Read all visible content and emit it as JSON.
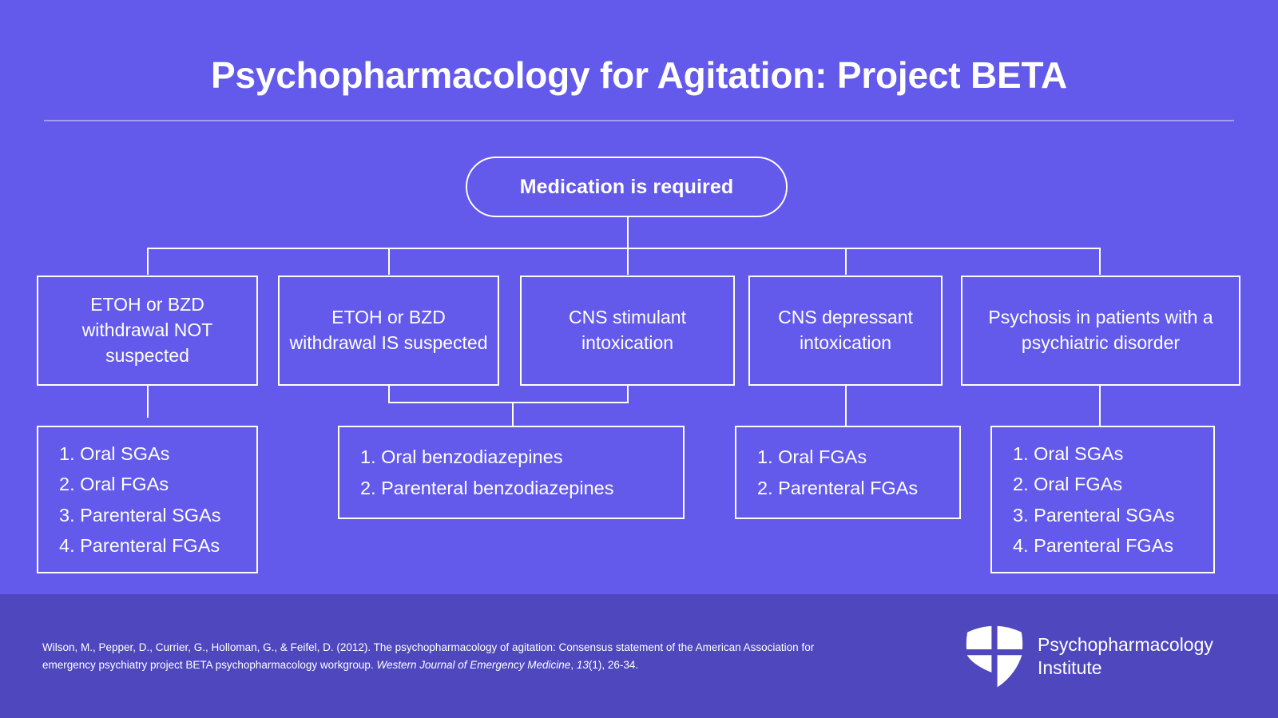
{
  "slide": {
    "title": "Psychopharmacology for Agitation: Project BETA",
    "background_color": "#6359ea",
    "footer_color": "#4f47be",
    "line_color": "#ffffff"
  },
  "flowchart": {
    "root": {
      "label": "Medication is required"
    },
    "branches": [
      {
        "label": "ETOH or BZD withdrawal NOT suspected"
      },
      {
        "label": "ETOH or BZD withdrawal IS suspected"
      },
      {
        "label": "CNS stimulant intoxication"
      },
      {
        "label": "CNS depressant intoxication"
      },
      {
        "label": "Psychosis in patients with a psychiatric disorder"
      }
    ],
    "treatments": [
      {
        "name": "withdrawal-not-suspected-treatments",
        "items": [
          "1. Oral SGAs",
          "2. Oral FGAs",
          "3. Parenteral SGAs",
          "4. Parenteral FGAs"
        ]
      },
      {
        "name": "benzodiazepine-treatments",
        "items": [
          "1. Oral benzodiazepines",
          "2. Parenteral benzodiazepines"
        ]
      },
      {
        "name": "cns-depressant-treatments",
        "items": [
          "1. Oral FGAs",
          "2. Parenteral FGAs"
        ]
      },
      {
        "name": "psychosis-treatments",
        "items": [
          "1. Oral SGAs",
          "2. Oral FGAs",
          "3. Parenteral SGAs",
          "4. Parenteral FGAs"
        ]
      }
    ]
  },
  "footer": {
    "citation": {
      "part1": "Wilson, M., Pepper, D., Currier, G., Holloman, G., & Feifel, D. (2012). The psychopharmacology of agitation: Consensus statement of the American Association for emergency psychiatry project BETA psychopharmacology workgroup. ",
      "journal": "Western Journal of Emergency Medicine",
      "part2": ", ",
      "volume": "13",
      "part3": "(1), 26-34."
    },
    "logo": {
      "line1": "Psychopharmacology",
      "line2": "Institute"
    }
  }
}
